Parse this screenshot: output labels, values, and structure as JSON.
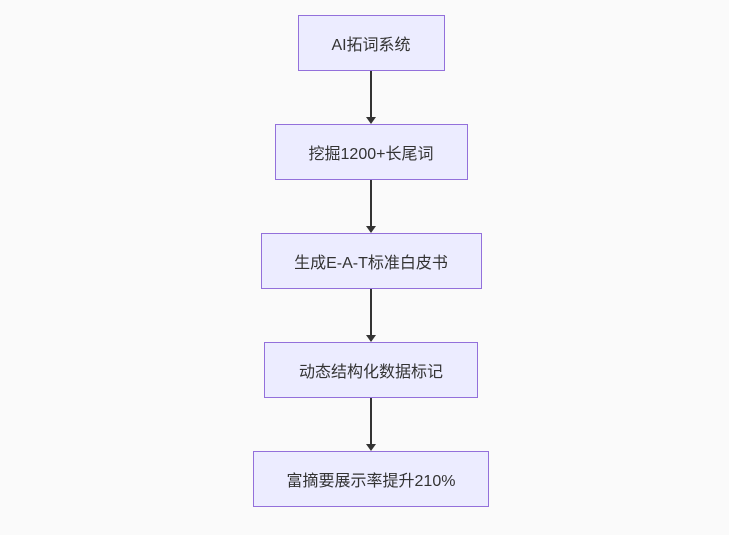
{
  "canvas": {
    "background": "#fafafa"
  },
  "flowchart": {
    "type": "flowchart",
    "direction": "top-down",
    "nodes": [
      {
        "label": "AI拓词系统"
      },
      {
        "label": "挖掘1200+长尾词"
      },
      {
        "label": "生成E-A-T标准白皮书"
      },
      {
        "label": "动态结构化数据标记"
      },
      {
        "label": "富摘要展示率提升210%"
      }
    ],
    "edges": [
      {
        "from": 0,
        "to": 1
      },
      {
        "from": 1,
        "to": 2
      },
      {
        "from": 2,
        "to": 3
      },
      {
        "from": 3,
        "to": 4
      }
    ],
    "colors": {
      "node_fill": "#ececff",
      "node_border": "#9370db",
      "arrow": "#333333",
      "text": "#333333",
      "background": "#fafafa"
    }
  }
}
